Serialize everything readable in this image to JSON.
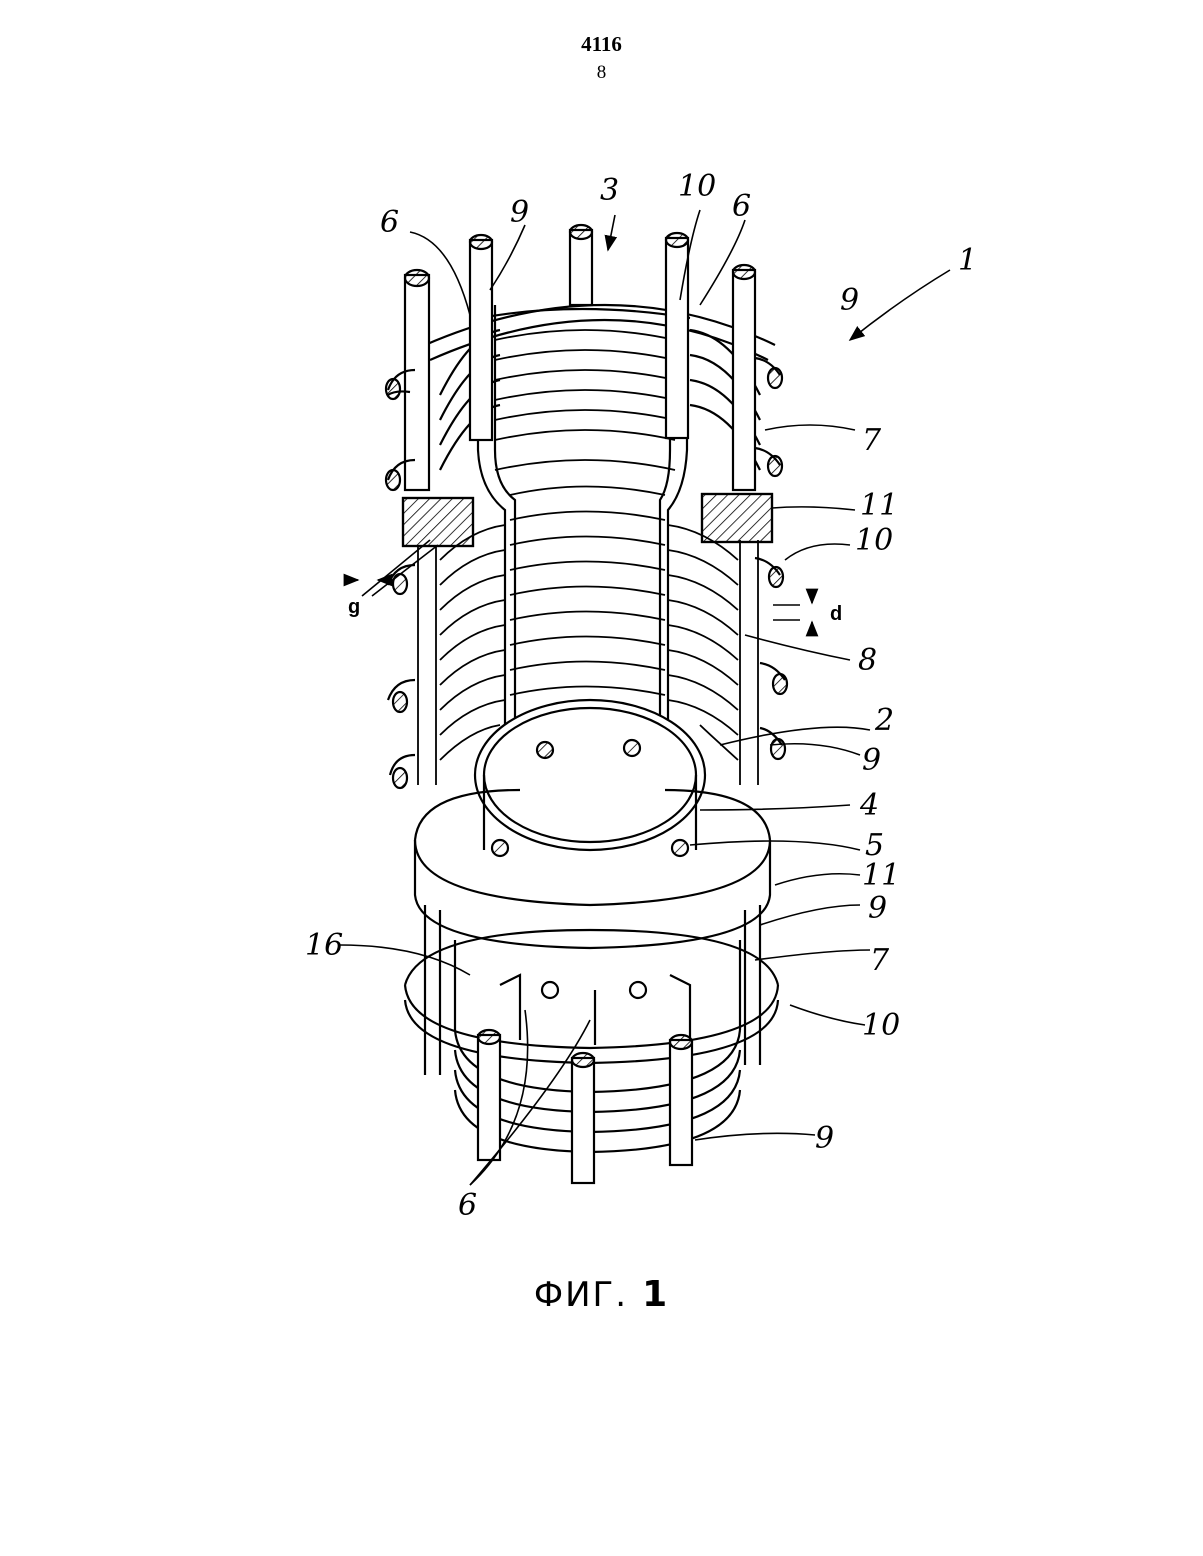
{
  "page": {
    "doc_number": "4116",
    "page_number": "8"
  },
  "figure": {
    "caption_label": "ФИГ.",
    "caption_number": "1",
    "labels": {
      "l1": "1",
      "l2": "2",
      "l3": "3",
      "l4": "4",
      "l5": "5",
      "l6a": "6",
      "l6b": "6",
      "l6c": "6",
      "l7a": "7",
      "l7b": "7",
      "l8": "8",
      "l9a": "9",
      "l9b": "9",
      "l9c": "9",
      "l9d": "9",
      "l9e": "9",
      "l10a": "10",
      "l10b": "10",
      "l10c": "10",
      "l11a": "11",
      "l11b": "11",
      "l16": "16",
      "ld": "d",
      "lg": "g"
    }
  }
}
